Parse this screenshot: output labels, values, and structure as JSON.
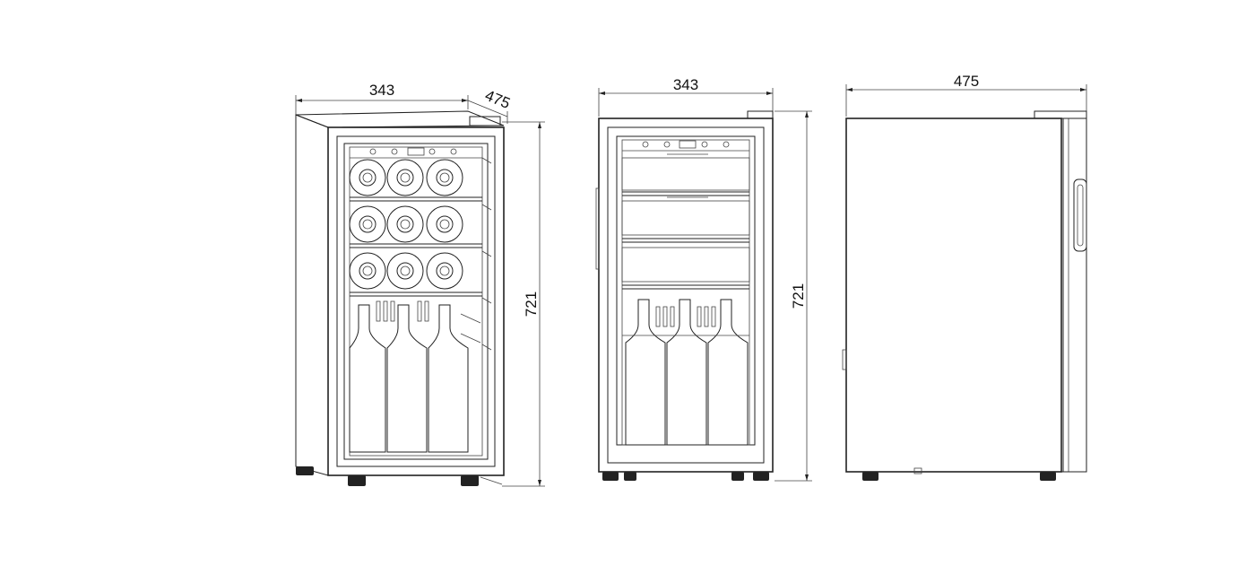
{
  "views": {
    "perspective": {
      "width_label": "343",
      "depth_label": "475",
      "height_label": "721"
    },
    "front": {
      "width_label": "343",
      "height_label": "721"
    },
    "side": {
      "depth_label": "475"
    }
  }
}
